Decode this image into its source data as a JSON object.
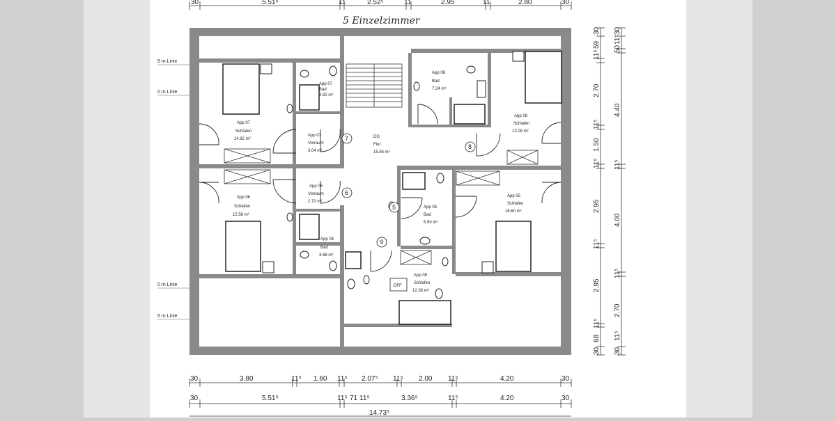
{
  "sheet": {
    "handwritten_title": "5 Einzelzimmer",
    "left_labels": [
      "5 m Linie",
      "0 m Linie",
      "0 m Linie",
      "5 m Linie"
    ]
  },
  "rooms": {
    "app07_bad": {
      "name": "App 07",
      "type": "Bad",
      "area": "3.92 m²"
    },
    "app07_vorraum": {
      "name": "App 07",
      "type": "Vorraum",
      "area": "3.04 m²"
    },
    "app07_schlafen": {
      "name": "App 07",
      "type": "Schlafen",
      "area": "14.82 m²"
    },
    "app06_vorraum": {
      "name": "App 06",
      "type": "Vorraum",
      "area": "2.70 m²"
    },
    "app06_bad": {
      "name": "App 06",
      "type": "Bad",
      "area": "3.68 m²"
    },
    "app06_schlafen": {
      "name": "App 06",
      "type": "Schlafen",
      "area": "15.58 m²"
    },
    "dg_flur": {
      "name": "DG",
      "type": "Flur",
      "area": "15.85 m²"
    },
    "app08_bad": {
      "name": "App 08",
      "type": "Bad",
      "area": "7.24 m²"
    },
    "app08_schlafen": {
      "name": "App 08",
      "type": "Schlafen",
      "area": "13.09 m²"
    },
    "app05_bad": {
      "name": "App 05",
      "type": "Bad",
      "area": "5.90 m²"
    },
    "app05_schlafen": {
      "name": "App 05",
      "type": "Schlafen",
      "area": "16.60 m²"
    },
    "app09_schlafen": {
      "name": "App 09",
      "type": "Schlafen",
      "area": "12.36 m²"
    },
    "dff": "DFF"
  },
  "door_numbers": [
    "7",
    "6",
    "5",
    "8",
    "9"
  ],
  "dimensions": {
    "top": [
      "30",
      "5.51⁵",
      "11",
      "2.52⁵",
      "11",
      "2.95",
      "11",
      "2.80",
      "30"
    ],
    "bottom_row1": [
      "30",
      "3.80",
      "11⁵",
      "1.60",
      "11⁵",
      "2.07⁵",
      "11⁵",
      "2.00",
      "11⁵",
      "4.20",
      "30"
    ],
    "bottom_row2": [
      "30",
      "5.51⁵",
      "11⁵",
      "71",
      "11⁵",
      "3.36⁵",
      "11⁵",
      "4.20",
      "30"
    ],
    "bottom_total": "14.73⁵",
    "right_col1": [
      "30",
      "59",
      "11⁵",
      "2.70",
      "11⁵",
      "1.50",
      "11⁵",
      "2.95",
      "11⁵",
      "2.95",
      "11⁵",
      "68",
      "30"
    ],
    "right_col2": [
      "30",
      "11⁵",
      "50",
      "4.40",
      "11⁵",
      "4.00",
      "11⁵",
      "2.70",
      "11⁵",
      "30"
    ]
  }
}
